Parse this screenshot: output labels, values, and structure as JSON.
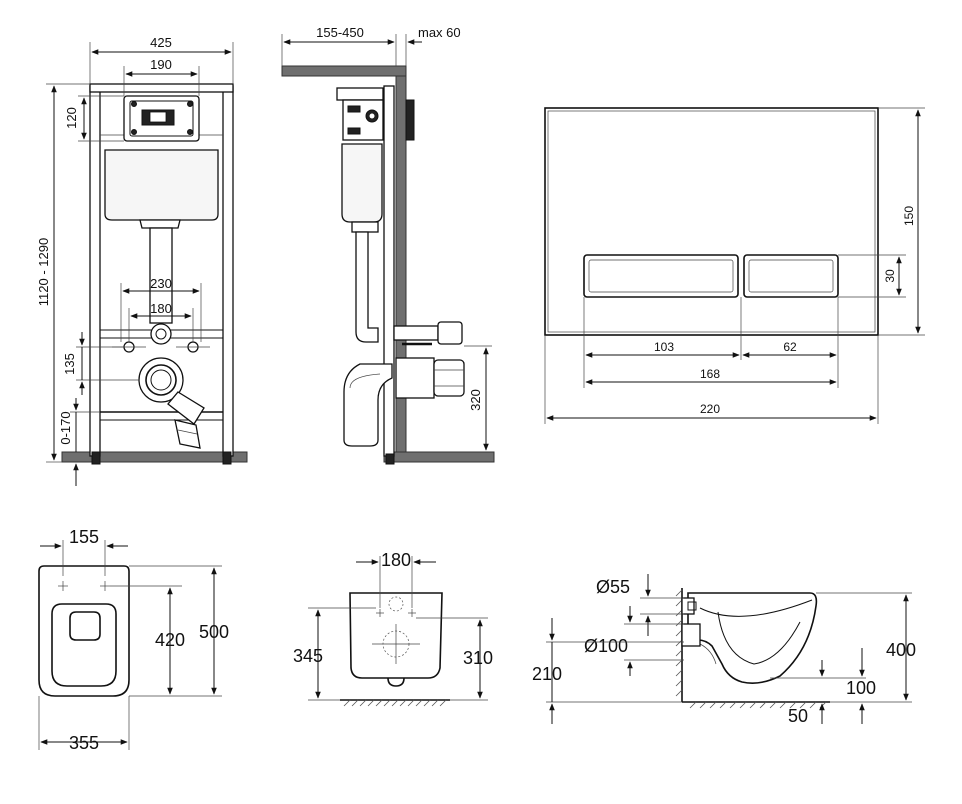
{
  "frame_front": {
    "width_label": "425",
    "plate_label": "190",
    "height_label": "1120 - 1290",
    "top_label": "120",
    "studs_outer_label": "230",
    "studs_inner_label": "180",
    "outlet_label": "135",
    "feet_label": "0-170"
  },
  "frame_side": {
    "wall_gap_label": "155-450",
    "max_label": "max 60",
    "outlet_height_label": "320"
  },
  "flush_plate": {
    "height_label": "150",
    "button_height_label": "30",
    "left_button_label": "103",
    "right_button_label": "62",
    "buttons_total_label": "168",
    "width_label": "220"
  },
  "bowl_top": {
    "holes_label": "155",
    "inner_length_label": "420",
    "length_label": "500",
    "width_label": "355"
  },
  "bowl_back": {
    "holes_label": "180",
    "left_height_label": "345",
    "right_height_label": "310"
  },
  "bowl_side": {
    "inlet_label": "Ø55",
    "outlet_label": "Ø100",
    "outlet_height_label": "210",
    "height_label": "400",
    "rim_label": "100",
    "gap_label": "50"
  }
}
